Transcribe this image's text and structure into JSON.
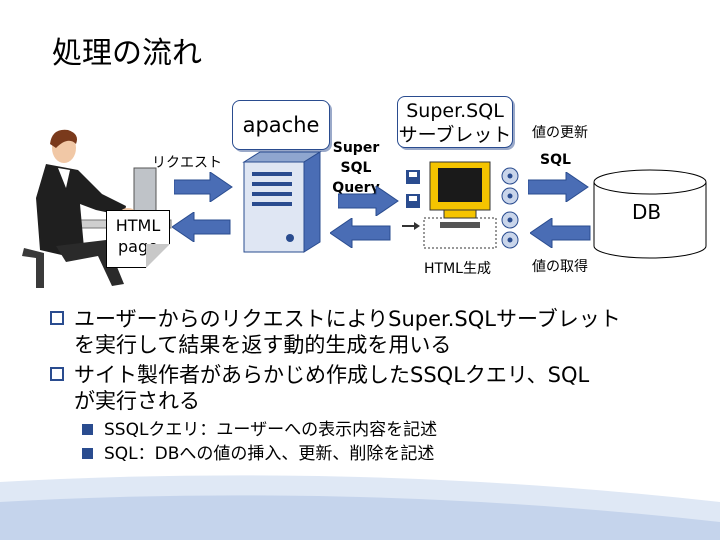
{
  "title": "処理の流れ",
  "diagram": {
    "apache_label": "apache",
    "request_label": "リクエスト",
    "query_label_lines": [
      "Super",
      "SQL",
      "Query"
    ],
    "servlet_label_lines": [
      "Super.SQL",
      "サーブレット"
    ],
    "update_label": "値の更新",
    "sql_label": "SQL",
    "db_label": "DB",
    "html_doc_lines": [
      "HTML",
      "page"
    ],
    "html_gen_label": "HTML生成",
    "fetch_label": "値の取得"
  },
  "bullets": [
    {
      "level": 1,
      "lines": [
        "ユーザーからのリクエストによりSuper.SQLサーブレット",
        "を実行して結果を返す動的生成を用いる"
      ]
    },
    {
      "level": 1,
      "lines": [
        "サイト製作者があらかじめ作成したSSQLクエリ、SQL",
        "が実行される"
      ]
    },
    {
      "level": 2,
      "lines": [
        "SSQLクエリ：ユーザーへの表示内容を記述"
      ]
    },
    {
      "level": 2,
      "lines": [
        "SQL：DBへの値の挿入、更新、削除を記述"
      ]
    }
  ],
  "colors": {
    "accent": "#2a4c8f",
    "arrow": "#4a6db5",
    "bar": "#dfe8f5"
  }
}
